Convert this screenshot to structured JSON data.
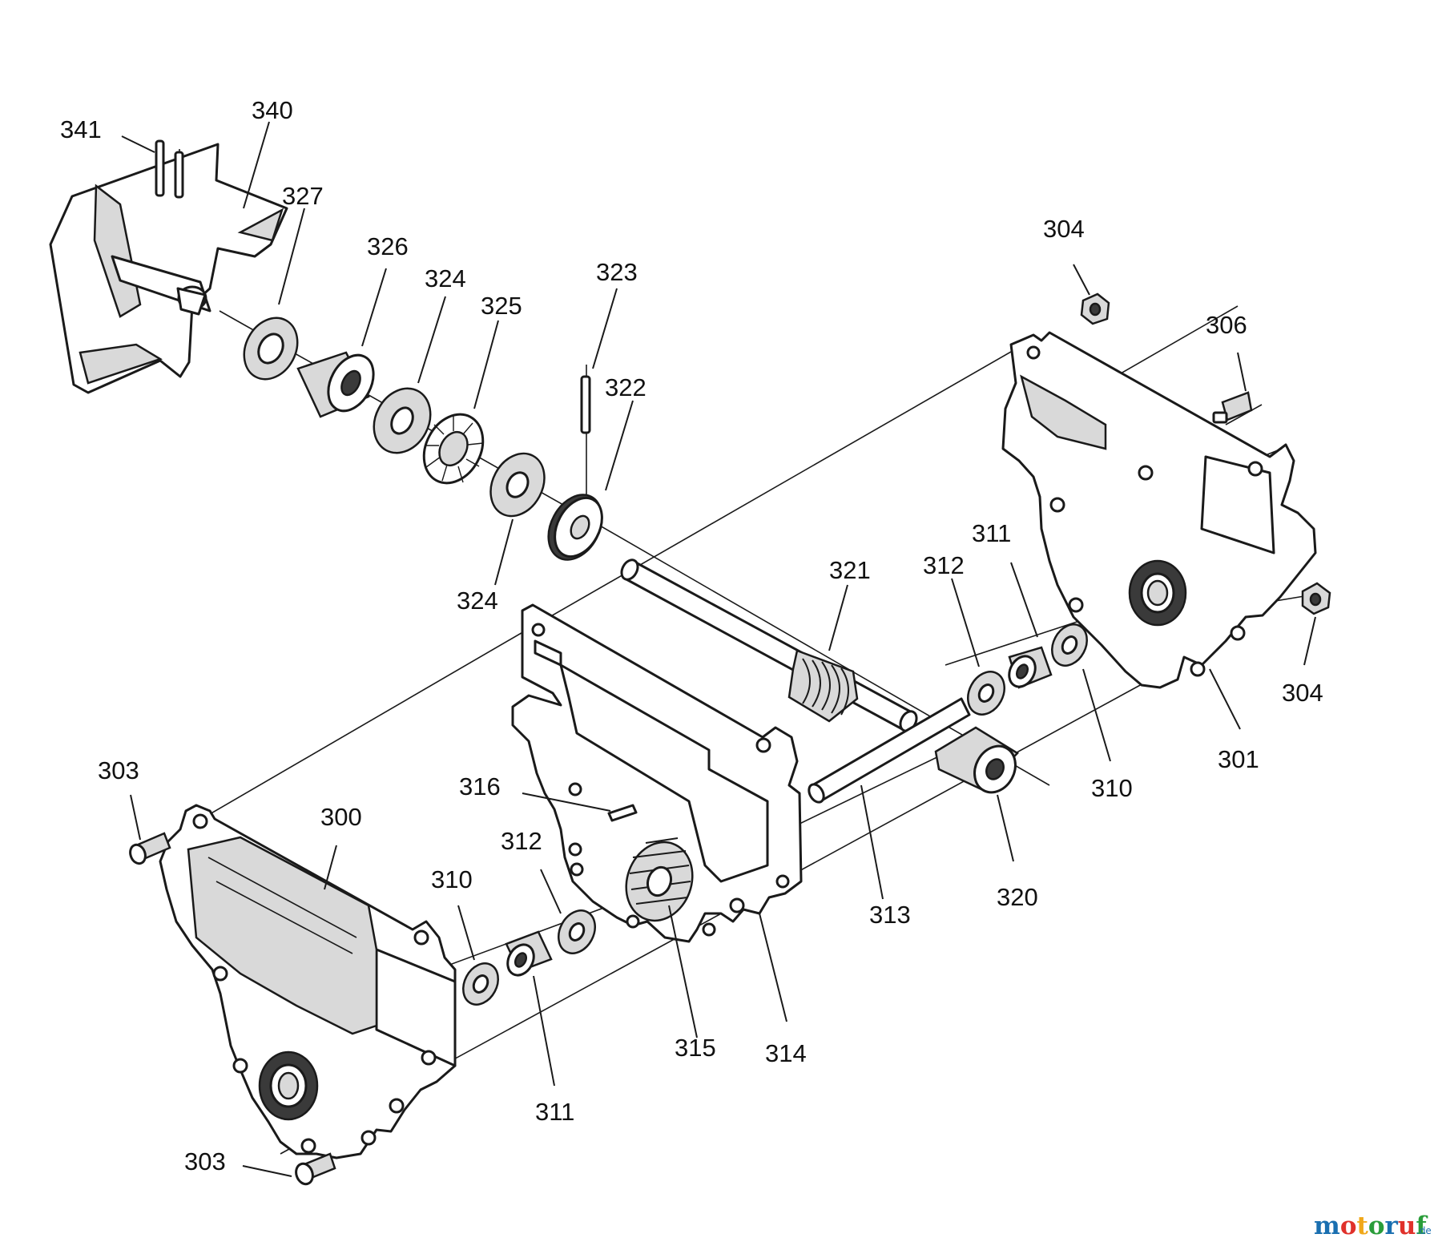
{
  "diagram": {
    "callouts": [
      {
        "id": "c341",
        "text": "341"
      },
      {
        "id": "c340",
        "text": "340"
      },
      {
        "id": "c327",
        "text": "327"
      },
      {
        "id": "c326",
        "text": "326"
      },
      {
        "id": "c324a",
        "text": "324"
      },
      {
        "id": "c325",
        "text": "325"
      },
      {
        "id": "c323",
        "text": "323"
      },
      {
        "id": "c322",
        "text": "322"
      },
      {
        "id": "c324b",
        "text": "324"
      },
      {
        "id": "c304a",
        "text": "304"
      },
      {
        "id": "c306",
        "text": "306"
      },
      {
        "id": "c311a",
        "text": "311"
      },
      {
        "id": "c312a",
        "text": "312"
      },
      {
        "id": "c321",
        "text": "321"
      },
      {
        "id": "c304b",
        "text": "304"
      },
      {
        "id": "c301",
        "text": "301"
      },
      {
        "id": "c310a",
        "text": "310"
      },
      {
        "id": "c303a",
        "text": "303"
      },
      {
        "id": "c300",
        "text": "300"
      },
      {
        "id": "c316",
        "text": "316"
      },
      {
        "id": "c312b",
        "text": "312"
      },
      {
        "id": "c310b",
        "text": "310"
      },
      {
        "id": "c313",
        "text": "313"
      },
      {
        "id": "c320",
        "text": "320"
      },
      {
        "id": "c315",
        "text": "315"
      },
      {
        "id": "c314",
        "text": "314"
      },
      {
        "id": "c311b",
        "text": "311"
      },
      {
        "id": "c303b",
        "text": "303"
      }
    ],
    "watermark": {
      "text": "motoruf",
      "suffix": ".de",
      "colors": [
        "#1a6fb0",
        "#e0312b",
        "#f0a81a",
        "#2a9d3a",
        "#1a6fb0",
        "#e0312b",
        "#2a9d3a"
      ]
    }
  }
}
